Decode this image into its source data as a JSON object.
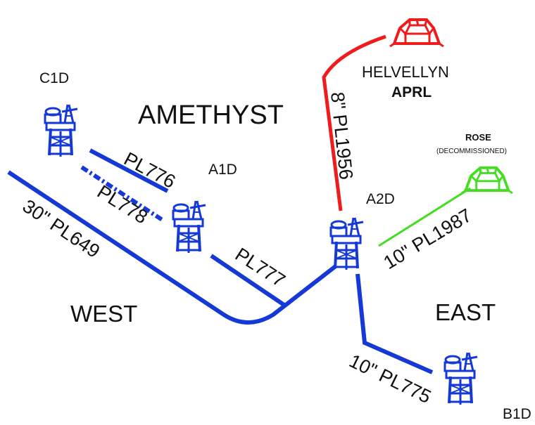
{
  "colors": {
    "pipeline": "#1439d6",
    "platform": "#1439d6",
    "helvellyn": "#ee1c1c",
    "rose": "#44dd22",
    "text": "#111111"
  },
  "areas": {
    "amethyst": "AMETHYST",
    "west": "WEST",
    "east": "EAST"
  },
  "platforms": {
    "c1d": "C1D",
    "a1d": "A1D",
    "a2d": "A2D",
    "b1d": "B1D"
  },
  "fields": {
    "helvellyn_name": "HELVELLYN",
    "helvellyn_sub": "APRL",
    "rose_name": "ROSE",
    "rose_sub": "(DECOMMISSIONED)"
  },
  "pipelines": {
    "pl776": "PL776",
    "pl778": "PL778",
    "pl649": "30\" PL649",
    "pl777": "PL777",
    "pl1956": "8\" PL1956",
    "pl1987": "10\" PL1987",
    "pl775": "10\" PL775"
  },
  "icons": {
    "platform": "offshore-platform-icon",
    "subsea": "subsea-template-icon"
  }
}
